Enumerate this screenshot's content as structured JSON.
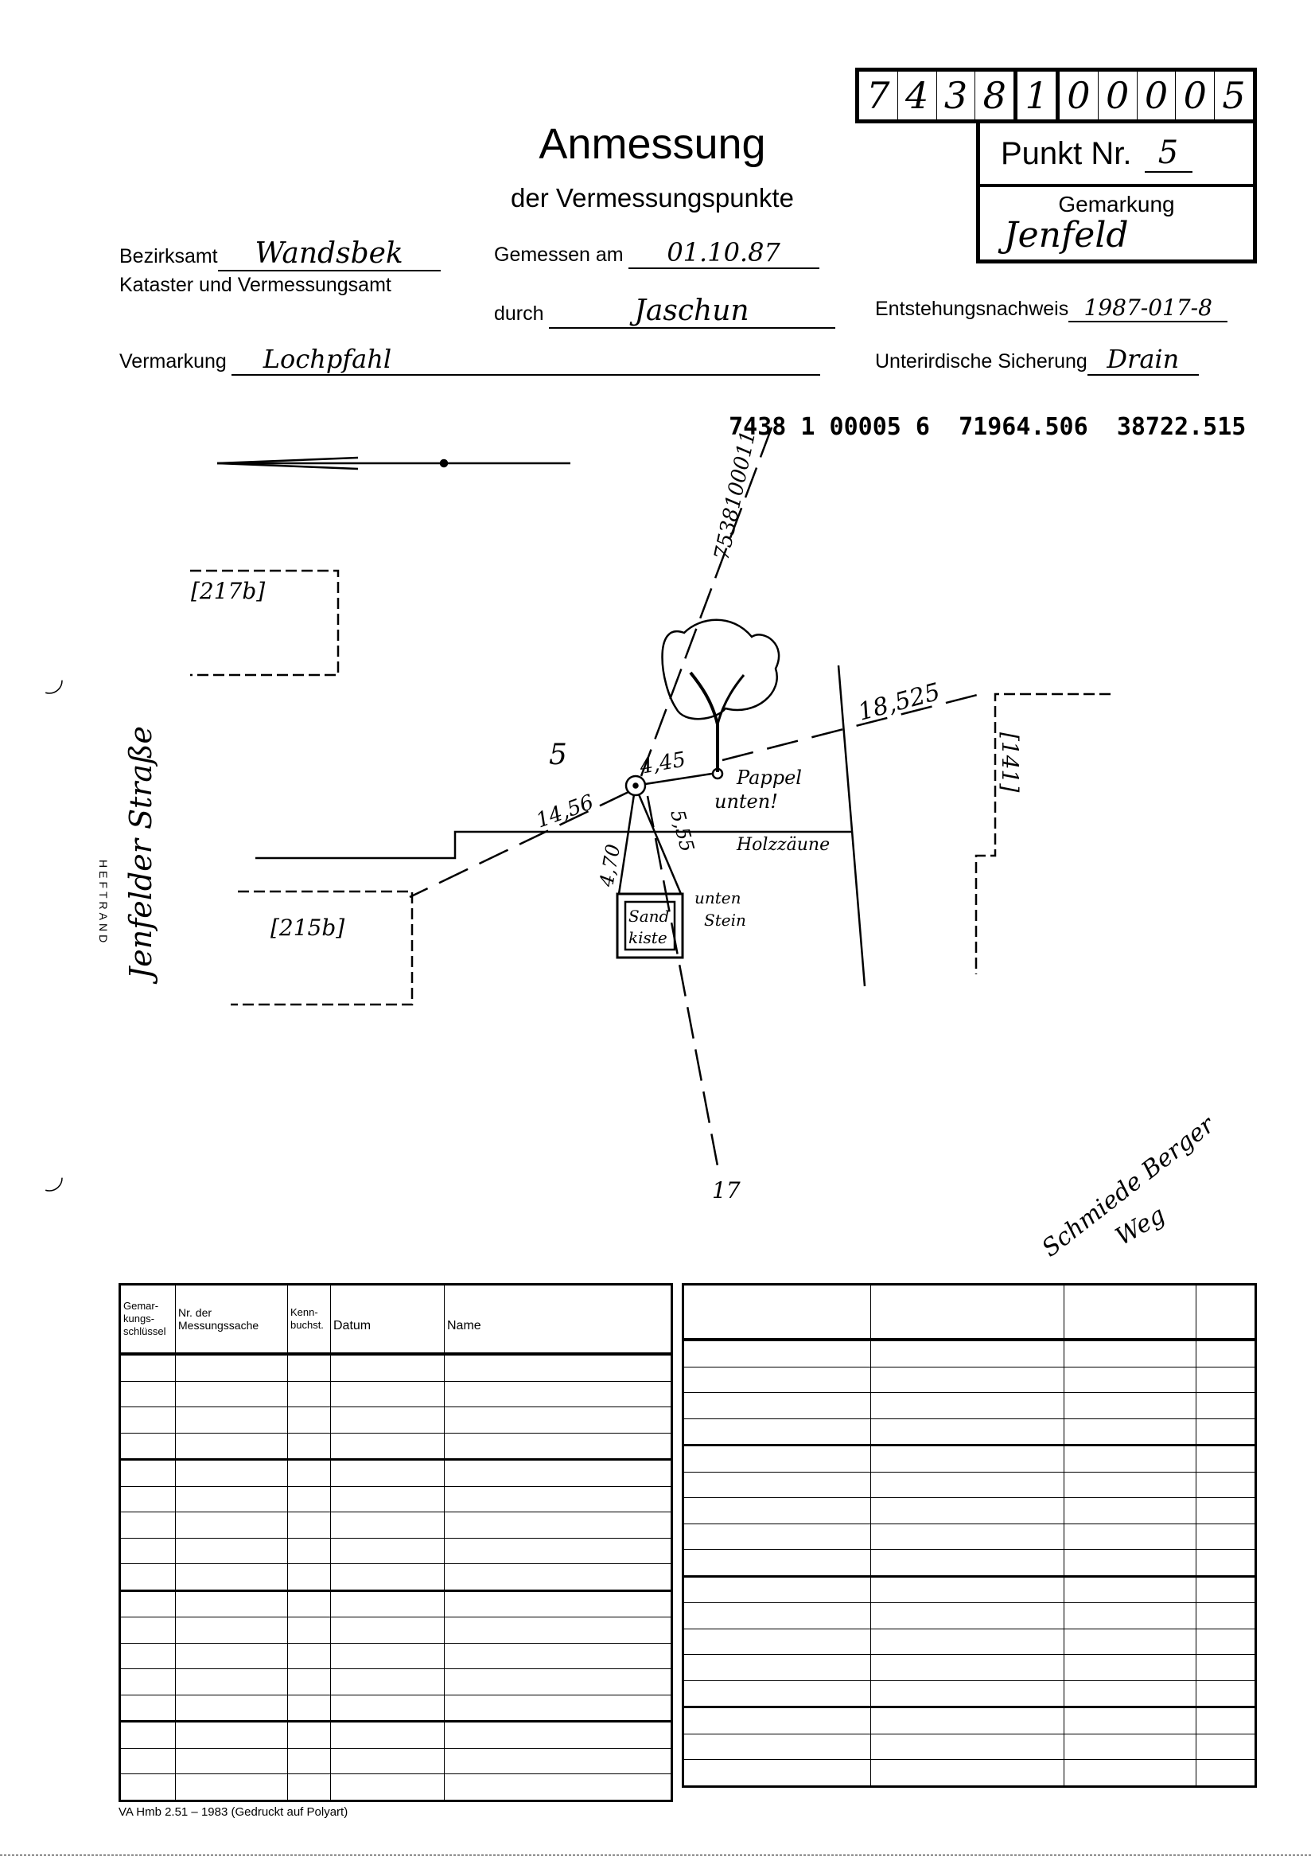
{
  "header": {
    "title": "Anmessung",
    "subtitle": "der Vermessungspunkte",
    "number_digits": [
      "7",
      "4",
      "3",
      "8",
      "1",
      "0",
      "0",
      "0",
      "0",
      "5"
    ],
    "punkt_label": "Punkt Nr.",
    "punkt_value": "5",
    "gemarkung_label": "Gemarkung",
    "gemarkung_value": "Jenfeld"
  },
  "fields": {
    "bezirksamt_label": "Bezirksamt",
    "bezirksamt_value": "Wandsbek",
    "kataster_label": "Kataster und Vermessungsamt",
    "gemessen_label": "Gemessen am",
    "gemessen_value": "01.10.87",
    "durch_label": "durch",
    "durch_value": "Jaschun",
    "entstehung_label": "Entstehungsnachweis",
    "entstehung_value": "1987-017-8",
    "vermarkung_label": "Vermarkung",
    "vermarkung_value": "Lochpfahl",
    "sicherung_label": "Unterirdische Sicherung",
    "sicherung_value": "Drain"
  },
  "coordinates": {
    "point_id": "7438 1 00005 6",
    "x": "71964.506",
    "y": "38722.515"
  },
  "sketch": {
    "point_label": "5",
    "building_217": "[217b]",
    "building_215": "[215b]",
    "building_141": "[141]",
    "street_1": "Jenfelder Straße",
    "street_2a": "Schmiede Berger",
    "street_2b": "Weg",
    "ref_point": "7538100011",
    "end_label": "17",
    "dist_1456": "14,56",
    "dist_445": "4,45",
    "dist_470": "4,70",
    "dist_555": "5,55",
    "dist_18525": "18,525",
    "tree_1": "Pappel",
    "tree_2": "unten!",
    "fence": "Holzzäune",
    "box_1": "Sand",
    "box_2": "kiste",
    "stone_1": "unten",
    "stone_2": "Stein",
    "heftrand": "HEFTRAND"
  },
  "table": {
    "headers": [
      "Gemar-\nkungs-\nschlüssel",
      "Nr. der\nMessungssache",
      "Kenn-\nbuchst.",
      "Datum",
      "Name"
    ]
  },
  "footer": "VA Hmb 2.51 – 1983 (Gedruckt auf Polyart)"
}
